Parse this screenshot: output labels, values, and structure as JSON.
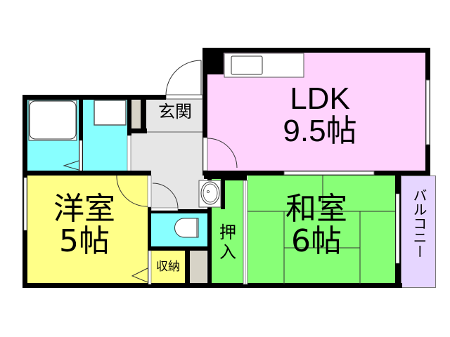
{
  "floorplan": {
    "rooms": {
      "ldk": {
        "name": "LDK",
        "size": "9.5帖",
        "color": "#ffd3fd"
      },
      "western": {
        "name": "洋室",
        "size": "5帖",
        "color": "#ffff88"
      },
      "japanese": {
        "name": "和室",
        "size": "6帖",
        "color": "#88ff77"
      },
      "entrance": {
        "name": "玄関",
        "color": "#e6e6e6"
      },
      "closet_oshiire": {
        "name_line1": "押",
        "name_line2": "入",
        "color": "#88ff77"
      },
      "storage": {
        "name": "収納",
        "color": "#ffff88"
      },
      "balcony": {
        "name": "バルコニー",
        "color": "#e6d6ff"
      },
      "bath": {
        "color": "#88ffff"
      },
      "washroom": {
        "color": "#88ffff"
      },
      "toilet": {
        "color": "#88ffff"
      },
      "hallway": {
        "color": "#e6e6e6"
      }
    },
    "colors": {
      "wall": "#000000",
      "cabinet": "#d7d3c7",
      "fixture": "#ffffff"
    }
  }
}
